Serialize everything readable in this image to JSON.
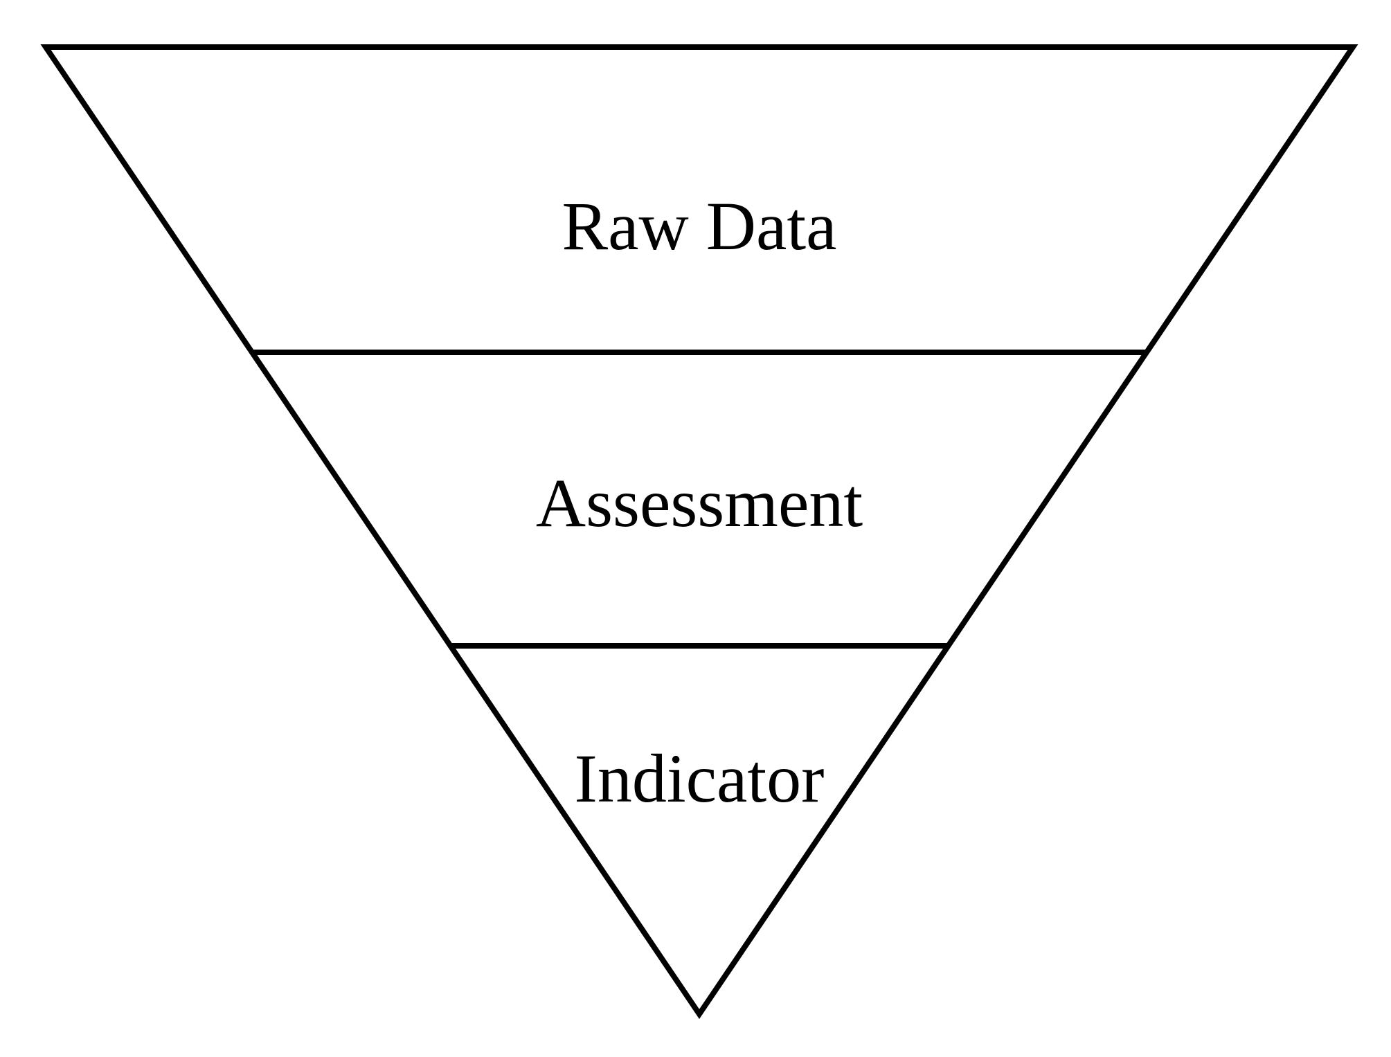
{
  "diagram": {
    "type": "inverted-pyramid",
    "title": "",
    "levels": [
      {
        "label": "Raw Data"
      },
      {
        "label": "Assessment"
      },
      {
        "label": "Indicator"
      }
    ],
    "colors": {
      "stroke": "#000000",
      "background": "#ffffff",
      "text": "#000000"
    }
  }
}
